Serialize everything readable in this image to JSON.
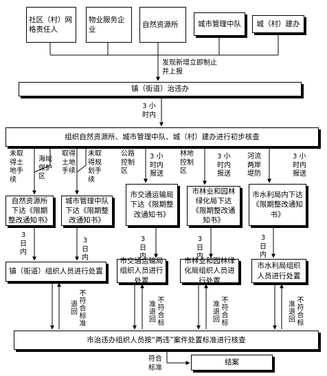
{
  "sources": [
    "社区（村）网格责任人",
    "物业服务企业",
    "自然资源所",
    "城市管理中队",
    "城（村）建办"
  ],
  "report_label": "发现新增立即制止\n并上报",
  "town_office": "镇（街道）治违办",
  "time_3h_a": "3 小\n时内",
  "verify_box": "组织自然资源所、城市管理中队、城（村）建办进行初步核查",
  "branch_labels": {
    "no_land": "未取\n得土\n地手\n续",
    "sea_zone": "海域\n保护\n区",
    "has_land": "取得\n土地\n手续",
    "no_plan": "未取\n得规\n划手\n续",
    "road_zone": "公路\n控制\n区",
    "road_time": "3 小\n时内\n报送",
    "forest_zone": "林地\n控制\n区",
    "forest_time": "3 小\n时内\n报送",
    "river_zone": "河流\n两岸\n堤防",
    "river_time": "3 小\n时内\n报送"
  },
  "notices": [
    "自然资源所下达《限期整改通知书》",
    "城市管理中队下达《限期整改通知书》",
    "市交通运输局下达《限期整改通知书》",
    "市林业和园林绿化局下达《限期整改通知书》",
    "市水利局内下达《限期整改通知书》"
  ],
  "days_labels": [
    "3\n日\n内",
    "3\n日\n内",
    "3\n日\n内",
    "3\n日\n内",
    "3\n日\n内"
  ],
  "handlers": [
    "镇（街道）组织人员进行处置",
    "市交通运输局组织人员进行处置",
    "市林业和园林绿化局组织人员进行处置",
    "市水利局组织人员进行处置"
  ],
  "return_label": "不符合标准退回",
  "final_check": "市治违办组织人员按“两违”案件处置标准进行核查",
  "pass_label": "符合\n标准",
  "closed": "结案"
}
